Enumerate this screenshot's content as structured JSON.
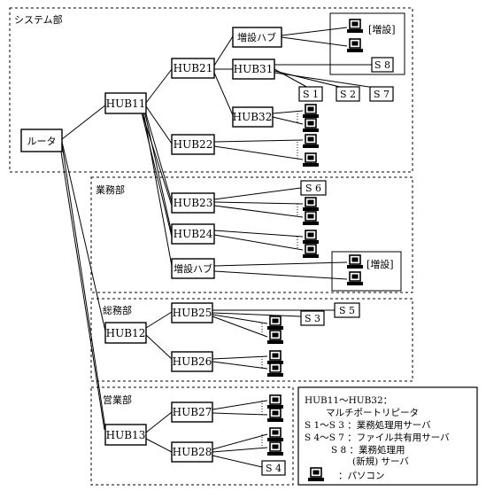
{
  "departments": {
    "system": "システム部",
    "business": "業務部",
    "general": "総務部",
    "sales": "営業部"
  },
  "nodes": {
    "router": "ルータ",
    "hub11": "HUB11",
    "hub21": "HUB21",
    "hub22": "HUB22",
    "hub31": "HUB31",
    "hub32": "HUB32",
    "hub23": "HUB23",
    "hub24": "HUB24",
    "hub12": "HUB12",
    "hub25": "HUB25",
    "hub26": "HUB26",
    "hub13": "HUB13",
    "hub27": "HUB27",
    "hub28": "HUB28",
    "added_hub_system": "増設ハブ",
    "added_hub_business": "増設ハブ"
  },
  "servers": {
    "s1": "S 1",
    "s2": "S 2",
    "s3": "S 3",
    "s4": "S 4",
    "s5": "S 5",
    "s6": "S 6",
    "s7": "S 7",
    "s8": "S 8"
  },
  "annotations": {
    "added_system": "[増設]",
    "added_business": "[増設]"
  },
  "legend": {
    "line1": "HUB11～HUB32：",
    "line2": "マルチポートリピータ",
    "line3": "S 1～S 3 ：業務処理用サーバ",
    "line4": "S 4～S 7 ：ファイル共有用サーバ",
    "line5": "S 8 ：業務処理用",
    "line6": "(新規) サーバ",
    "line7": "：パソコン"
  }
}
